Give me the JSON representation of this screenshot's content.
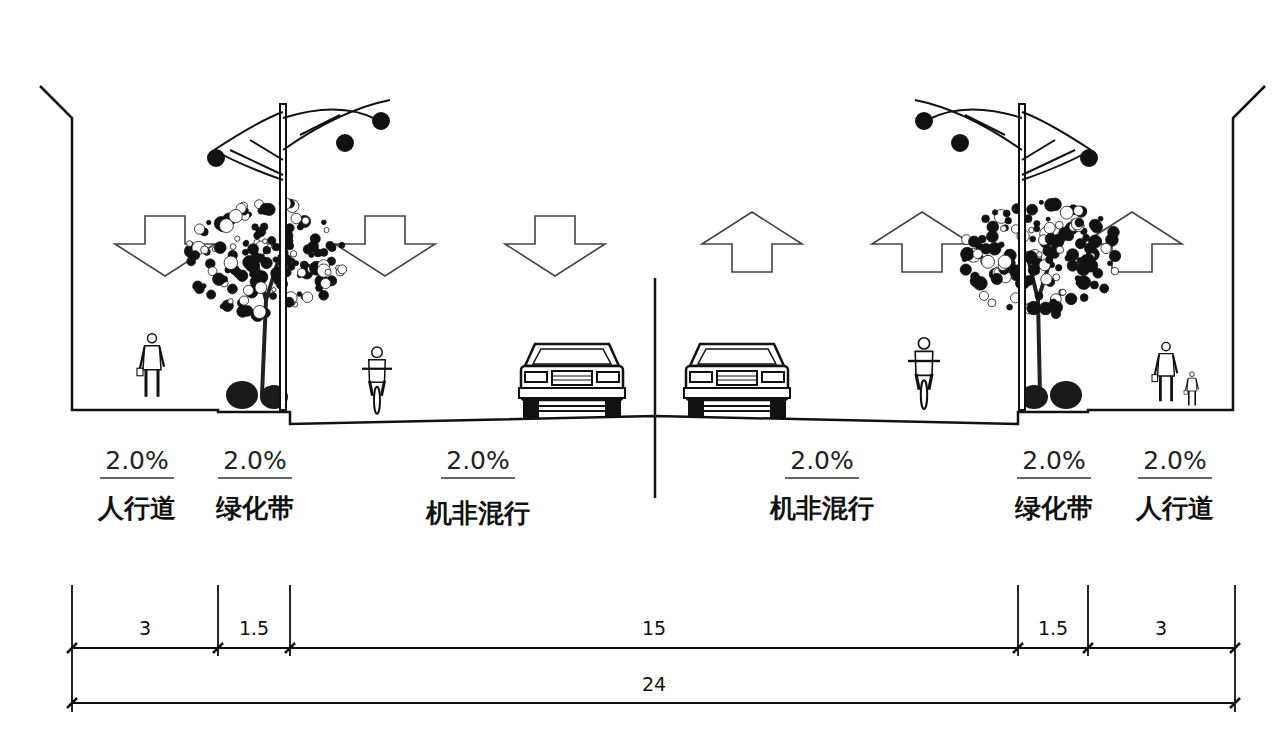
{
  "diagram": {
    "labels": [
      "2.0%",
      "人行道",
      "2.0%",
      "绿化带",
      "2.0%",
      "机非混行",
      "2.0%",
      "机非混行",
      "2.0%",
      "绿化带",
      "2.0%",
      "人行道",
      "3",
      "1.5",
      "15",
      "1.5",
      "3",
      "24"
    ]
  }
}
